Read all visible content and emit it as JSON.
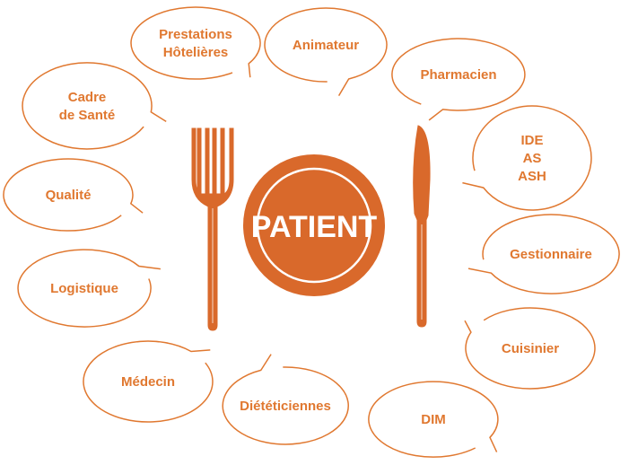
{
  "center": {
    "label": "PATIENT"
  },
  "colors": {
    "accent": "#E07830",
    "plate": "#D9692B",
    "plate_ring": "#FFFFFF",
    "text_on_plate": "#FFFFFF"
  },
  "roles": [
    {
      "id": "prestations",
      "lines": [
        "Prestations",
        "Hôtelières"
      ]
    },
    {
      "id": "animateur",
      "lines": [
        "Animateur"
      ]
    },
    {
      "id": "pharmacien",
      "lines": [
        "Pharmacien"
      ]
    },
    {
      "id": "cadre",
      "lines": [
        "Cadre",
        "de Santé"
      ]
    },
    {
      "id": "ide",
      "lines": [
        "IDE",
        "AS",
        "ASH"
      ]
    },
    {
      "id": "qualite",
      "lines": [
        "Qualité"
      ]
    },
    {
      "id": "gestionnaire",
      "lines": [
        "Gestionnaire"
      ]
    },
    {
      "id": "logistique",
      "lines": [
        "Logistique"
      ]
    },
    {
      "id": "cuisinier",
      "lines": [
        "Cuisinier"
      ]
    },
    {
      "id": "medecin",
      "lines": [
        "Médecin"
      ]
    },
    {
      "id": "dieteticiennes",
      "lines": [
        "Diététiciennes"
      ]
    },
    {
      "id": "dim",
      "lines": [
        "DIM"
      ]
    }
  ],
  "icons": [
    "fork-icon",
    "plate-icon",
    "knife-icon"
  ]
}
